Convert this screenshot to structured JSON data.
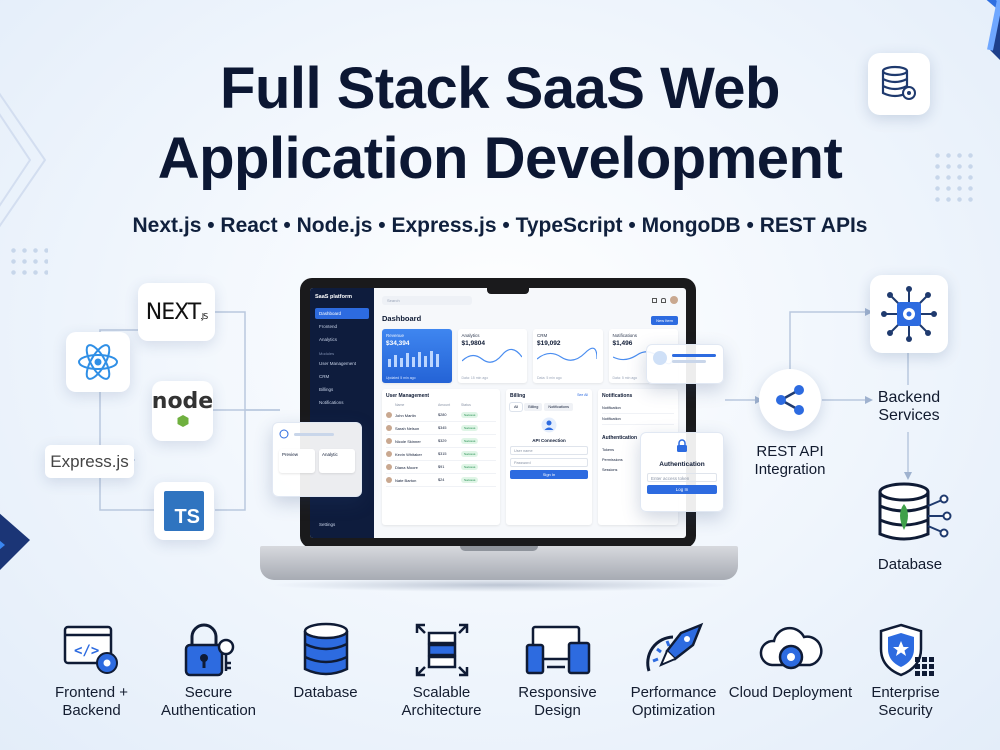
{
  "title": {
    "line1": "Full Stack SaaS Web",
    "line2": "Application Development"
  },
  "subtitle": "Next.js • React • Node.js • Express.js • TypeScript • MongoDB • REST APIs",
  "tech_logos": {
    "next": "NEXT",
    "next_suffix": ".JS",
    "node": "node",
    "express": "Express.js",
    "ts": "TS"
  },
  "app": {
    "brand": "SaaS platform",
    "sidebar": [
      {
        "label": "Dashboard",
        "active": true
      },
      {
        "label": "Frontend",
        "active": false
      },
      {
        "label": "Analytics",
        "active": false
      }
    ],
    "sidebar_section": "Modules",
    "sidebar_more": [
      "User Management",
      "CRM",
      "Billings",
      "Notifications"
    ],
    "settings": "Settings",
    "search_placeholder": "Search",
    "page_title": "Dashboard",
    "new_button": "New Item",
    "cards": [
      {
        "label": "Revenue",
        "value": "$34,394",
        "foot": "Updated 5 min ago"
      },
      {
        "label": "Analytics",
        "value": "$1,9804",
        "foot": "Data: 15 min ago"
      },
      {
        "label": "CRM",
        "value": "$19,092",
        "foot": "Data: 5 min ago"
      },
      {
        "label": "Notifications",
        "value": "$1,496",
        "foot": "Data: 5 min ago"
      }
    ],
    "user_mgmt": {
      "title": "User Management",
      "headers": [
        "Name",
        "Amount",
        "Status"
      ],
      "rows": [
        {
          "name": "John Martin",
          "amount": "$280",
          "status": "Success"
        },
        {
          "name": "Sarah Nelson",
          "amount": "$345",
          "status": "Success"
        },
        {
          "name": "Nicole Skinner",
          "amount": "$329",
          "status": "Success"
        },
        {
          "name": "Kevin Whitaker",
          "amount": "$315",
          "status": "Success"
        },
        {
          "name": "Diana Moore",
          "amount": "$91",
          "status": "Success"
        },
        {
          "name": "Nate Barton",
          "amount": "$24",
          "status": "Success"
        }
      ]
    },
    "billing": {
      "title": "Billing",
      "see_all": "See All",
      "tabs": [
        "All",
        "Billing",
        "Notifications"
      ],
      "api_label": "API Connection",
      "user_placeholder": "User name",
      "password_placeholder": "Password",
      "submit": "Sign In"
    },
    "notifications": {
      "title": "Notifications",
      "items": [
        "Notification",
        "Notification"
      ]
    },
    "auth_section": {
      "title": "Authentication",
      "items": [
        "Tokens",
        "Permissions",
        "Sessions"
      ]
    }
  },
  "auth_card": {
    "title": "Authentication",
    "placeholder": "Enter access token",
    "button": "Log In"
  },
  "left_float": {
    "tabs": [
      "Preview",
      "Analytic"
    ]
  },
  "flow": {
    "rest": "REST API Integration",
    "backend": "Backend Services",
    "database": "Database"
  },
  "features": [
    {
      "icon": "code-gear-icon",
      "label": "Frontend + Backend"
    },
    {
      "icon": "padlock-key-icon",
      "label": "Secure Authentication"
    },
    {
      "icon": "database-icon",
      "label": "Database"
    },
    {
      "icon": "scalable-architecture-icon",
      "label": "Scalable Architecture"
    },
    {
      "icon": "responsive-devices-icon",
      "label": "Responsive Design"
    },
    {
      "icon": "rocket-gauge-icon",
      "label": "Performance Optimization"
    },
    {
      "icon": "cloud-gear-icon",
      "label": "Cloud Deployment"
    },
    {
      "icon": "shield-grid-icon",
      "label": "Enterprise Security"
    }
  ],
  "colors": {
    "accent": "#2d6be0",
    "navy": "#0c1733",
    "sidebar": "#0e1c3d"
  }
}
